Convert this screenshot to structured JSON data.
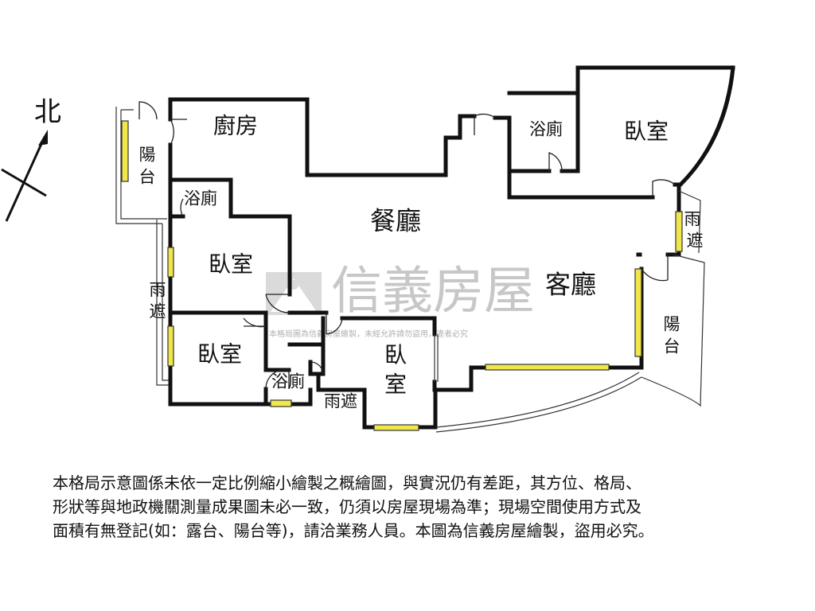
{
  "compass": {
    "label": "北"
  },
  "rooms": {
    "kitchen": "廚房",
    "dining": "餐廳",
    "living": "客廳",
    "bath_ne": "浴廁",
    "bedroom_ne": "臥室",
    "rain_shelter_e": [
      "雨",
      "遮"
    ],
    "balcony_e": [
      "陽",
      "台"
    ],
    "balcony_nw": [
      "陽",
      "台"
    ],
    "bath_nw": "浴廁",
    "bedroom_w1": "臥室",
    "rain_shelter_w": [
      "雨",
      "遮"
    ],
    "bedroom_w2": "臥室",
    "bath_s": "浴廁",
    "bedroom_s": [
      "臥",
      "室"
    ],
    "rain_shelter_s": "雨遮"
  },
  "watermark": {
    "brand": "信義房屋",
    "notice": "本格局圖為信義房屋繪製，未經允許請勿盜用，違者必究"
  },
  "disclaimer": [
    "本格局示意圖係未依一定比例縮小繪製之概繪圖，與實況仍有差距，其方位、格局、",
    "形狀等與地政機關測量成果圖未必一致，仍須以房屋現場為準；現場空間使用方式及",
    "面積有無登記(如：露台、陽台等)，請洽業務人員。本圖為信義房屋繪製，盜用必究。"
  ],
  "colors": {
    "wall": "#111111",
    "window": "#f1e64a",
    "watermark": "#c7c7c7"
  }
}
